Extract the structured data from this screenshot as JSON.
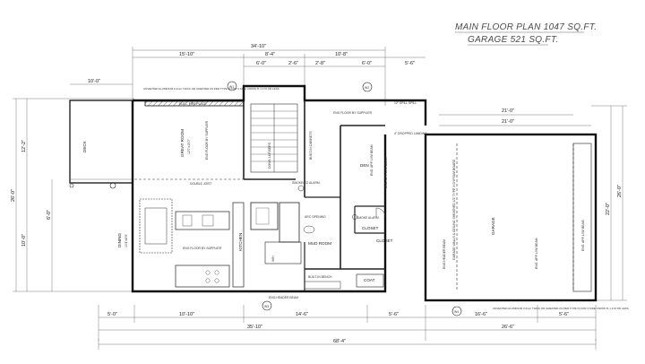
{
  "titles": {
    "main_floor": "MAIN FLOOR PLAN 1047 SQ.FT.",
    "garage": "GARAGE 521 SQ.FT."
  },
  "dimensions": {
    "overall_top": "34'-10\"",
    "top_left": "15'-10\"",
    "top_mid": "8'-4\"",
    "top_right": "10'-8\"",
    "top_right_end": "5'-6\"",
    "upper_a": "6'-0\"",
    "upper_b": "2'-6\"",
    "upper_c": "2'-8\"",
    "deck_width": "10'-0\"",
    "bottom_a": "5'-0\"",
    "bottom_b": "10'-10\"",
    "bottom_c": "14'-6\"",
    "bottom_d": "5'-6\"",
    "bottom_e": "16'-6\"",
    "bottom_f": "5'-6\"",
    "total_house": "35'-10\"",
    "total_garage": "26'-6\"",
    "overall_bottom": "68'-4\"",
    "left_total": "26'-0\"",
    "left_a": "12'-2\"",
    "left_b": "10'-0\"",
    "right_total": "26'-0\"",
    "right_a": "22'-0\"",
    "right_b": "21'-0\""
  },
  "rooms": {
    "great_room": "GREAT ROOM",
    "great_room_size": "12'0\"x15'0\"",
    "dining": "DINING",
    "dining_size": "10'4\"x8'4\"",
    "kitchen": "KITCHEN",
    "garage": "GARAGE",
    "deck": "DECK",
    "closet": "CLOSET",
    "coat": "COAT",
    "mud_room": "MUD ROOM",
    "den": "DEN",
    "wh": "W/H"
  },
  "notes": {
    "fireplace": "ELEC. FIRE PLACE",
    "eng_floor_left": "ENG FLOOR BY SUPPLIER",
    "eng_floor_right": "ENG FLOOR BY SUPPLIER",
    "built_in_cabinets": "BUILT-IN CABINETS",
    "smoke_alarm_upper": "SMOKE/CO ALARM",
    "smoke_alarm_lower": "SMOKE ALARM",
    "double_joist": "DOUBLE JOIST",
    "arc_opening": "ARC OPENING",
    "built_in_bench": "BUILT-IN BENCH",
    "header_beam": "ENG.HEADER BEAM",
    "window_w1": "UNVENTED ALUMINUM 0.4mm THICK OR GREATER AS PER TYPE IS FOR 3 SIDE YARDS IS 1.2 M OR LESS",
    "window_w2": "UNVENTED ALUMINUM 0.4mm THICK OR GREATER AS PER TYPE IS FOR 3 SIDE YARDS IS 1.2 M OR LESS",
    "garage_note": "GARAGE WALLS & CEILING SHEATHED 1/2\" TYPE X GYPSUM BOARD",
    "eng_beam": "ENG. APP. LVM BEAM",
    "dropped_landing": "4\" DROPPED LANDING",
    "spill": "12\" SPILL SPILL",
    "down_stairs": "DOWN 14 RISERS"
  },
  "callouts": {
    "w1": "W1",
    "w2": "W2",
    "w3": "W3",
    "w4": "W4"
  }
}
